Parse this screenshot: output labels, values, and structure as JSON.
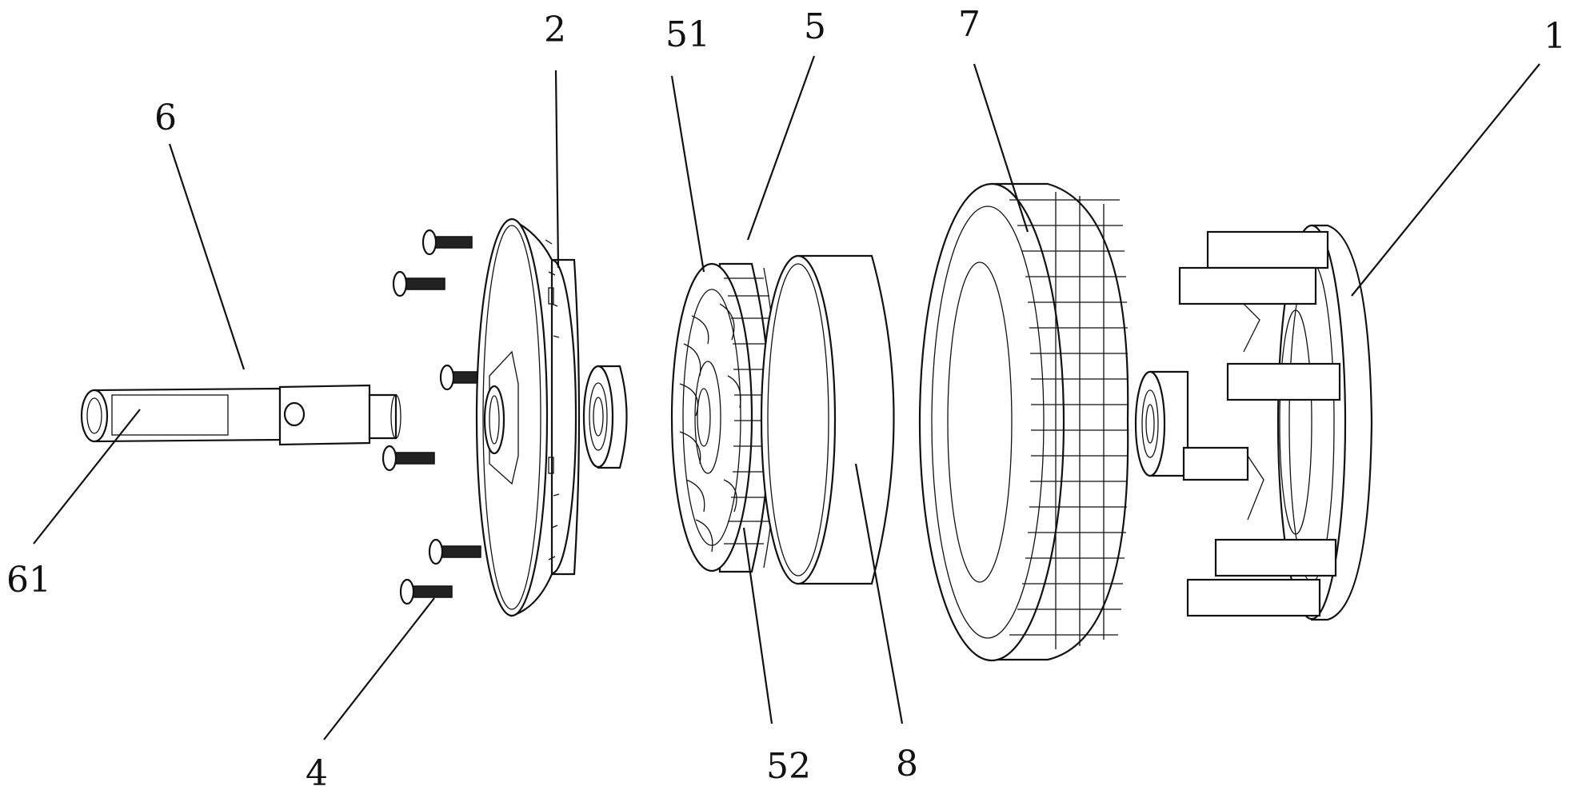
{
  "labels": {
    "l1": "1",
    "l2": "2",
    "l4": "4",
    "l5": "5",
    "l6": "6",
    "l7": "7",
    "l8": "8",
    "l51": "51",
    "l52": "52",
    "l61": "61"
  },
  "colors": {
    "line": "#111111",
    "background": "#ffffff"
  }
}
